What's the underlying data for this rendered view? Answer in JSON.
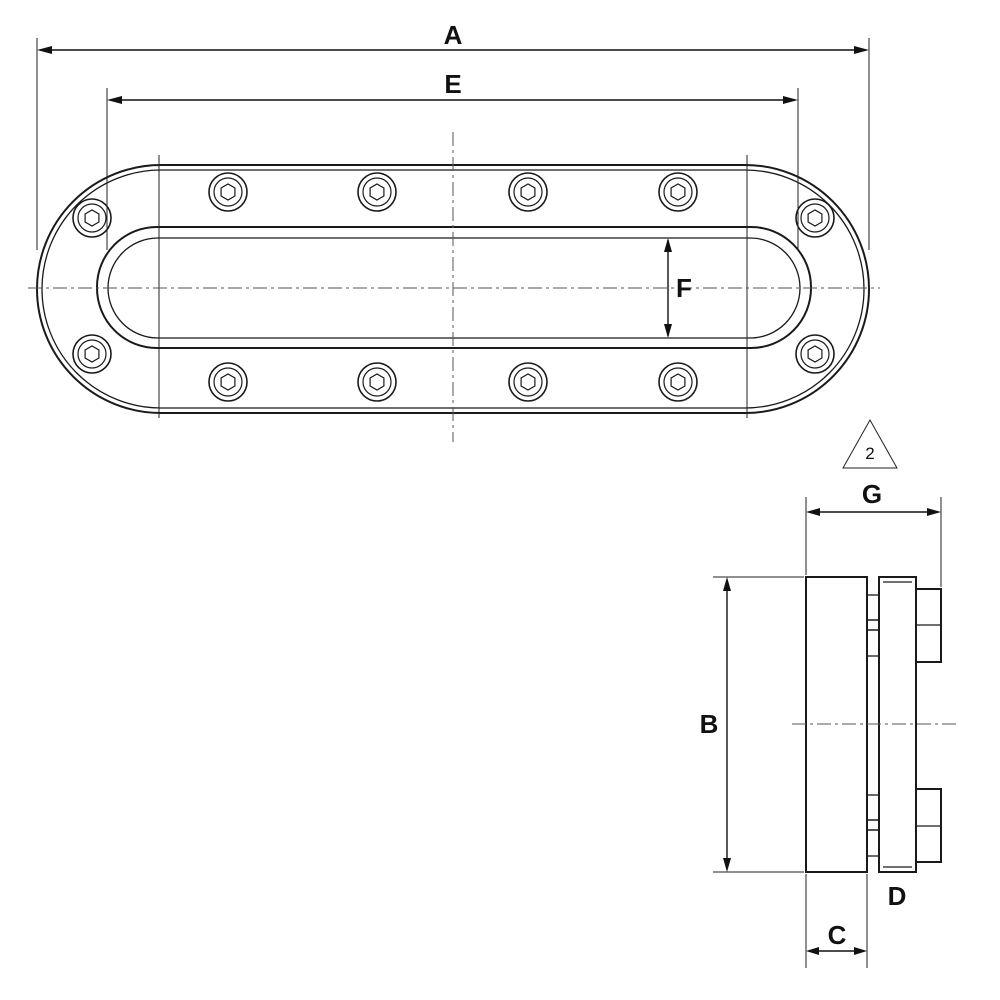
{
  "dimensions": {
    "A": "A",
    "E": "E",
    "F": "F",
    "G": "G",
    "B": "B",
    "C": "C",
    "D": "D"
  },
  "revision_marker": "2"
}
